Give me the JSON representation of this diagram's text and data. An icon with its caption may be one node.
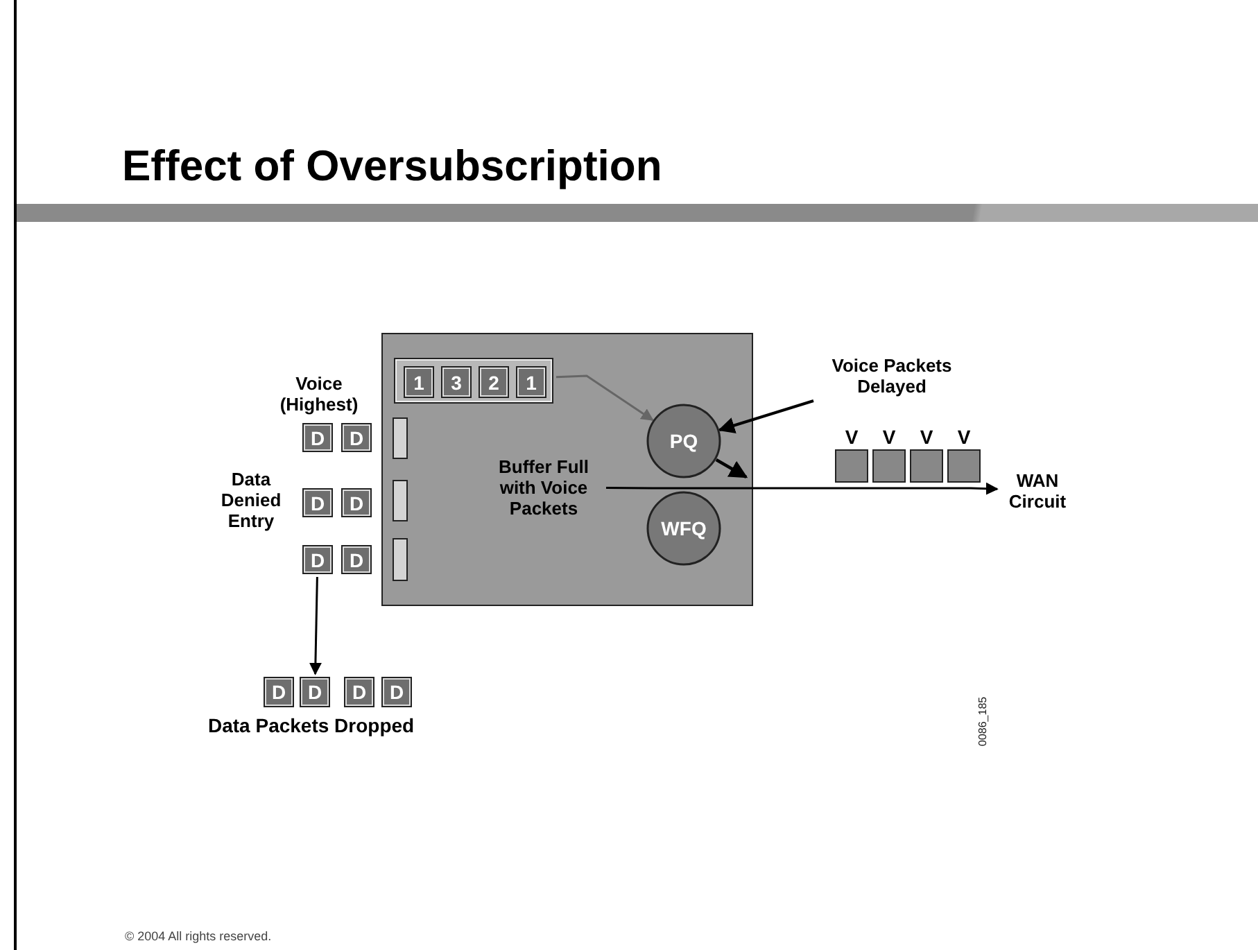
{
  "diagram": {
    "title": "Effect of Oversubscription",
    "nodes": [
      {
        "text": [],
        "shape": "box"
      },
      {
        "text": [],
        "shape": "box",
        "in": 0
      },
      {
        "text": [
          "1"
        ],
        "in": 1
      },
      {
        "text": [
          "3"
        ],
        "in": 1
      },
      {
        "text": [
          "2"
        ],
        "in": 1
      },
      {
        "text": [
          "1"
        ],
        "in": 1
      },
      {
        "text": [],
        "shape": "bar",
        "in": 0
      },
      {
        "text": [],
        "shape": "bar",
        "in": 0
      },
      {
        "text": [],
        "shape": "bar",
        "in": 0
      },
      {
        "text": [
          "PQ"
        ],
        "in": 0
      },
      {
        "text": [
          "WFQ"
        ],
        "in": 0
      },
      {
        "text": [
          "Buffer Full with Voice Packets"
        ],
        "in": 0
      },
      {
        "text": [
          "D"
        ]
      },
      {
        "text": [
          "D"
        ]
      },
      {
        "text": [
          "D"
        ]
      },
      {
        "text": [
          "D"
        ]
      },
      {
        "text": [
          "D"
        ]
      },
      {
        "text": [
          "D"
        ]
      },
      {
        "text": [
          "D"
        ]
      },
      {
        "text": [
          "D"
        ]
      },
      {
        "text": [
          "D"
        ]
      },
      {
        "text": [
          "D"
        ]
      },
      {
        "text": [
          "V"
        ]
      },
      {
        "text": [
          "V"
        ]
      },
      {
        "text": [
          "V"
        ]
      },
      {
        "text": [
          "V"
        ]
      },
      {
        "text": [
          "Voice Packets Delayed"
        ]
      },
      {
        "text": [
          "WAN Circuit"
        ]
      }
    ],
    "edges": [
      {
        "from": 1,
        "to": 9,
        "arrow": "to",
        "color": "#666666"
      },
      {
        "from": 9,
        "to": null,
        "arrow": "to"
      },
      {
        "from": 26,
        "to": 9,
        "arrow": "to"
      },
      {
        "from": 11,
        "to": 27,
        "arrow": "to"
      },
      {
        "from": 16,
        "to": 19,
        "arrow": "to"
      }
    ],
    "labels": [
      "Voice (Highest)",
      "Data Denied Entry",
      "Data Packets Dropped",
      "0086_185",
      "© 2004 All rights reserved."
    ]
  }
}
